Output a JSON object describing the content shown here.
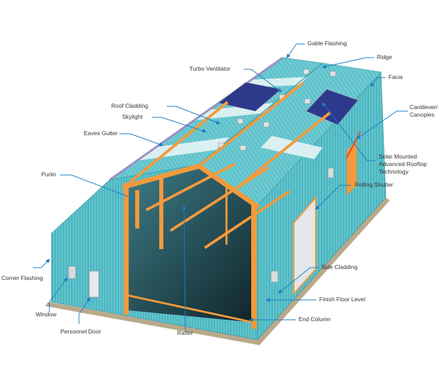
{
  "title": "Pre-Engineered Building Components",
  "colors": {
    "cladding": "#5cc3cc",
    "frame": "#f39a3c",
    "leader": "#1b7cc4",
    "solar": "#2d3a8c",
    "interior": "#2a5560"
  },
  "labels": {
    "gable_flashing": "Gable Flashing",
    "ridge": "Ridge",
    "turbo_ventilator": "Turbo Ventilator",
    "facia": "Facia",
    "roof_cladding": "Roof Cladding",
    "skylight": "Skylight",
    "cantilever": "Cantilever/\nCanopies",
    "eaves_gutter": "Eaves Gutter",
    "solar": "Solar Mounted\nAdvanced Rooftop\nTechnology",
    "purlin": "Purlin",
    "rolling_shutter": "Rolling Shutter",
    "side_cladding": "Side Cladding",
    "corner_flashing": "Corner Flashing",
    "finish_floor_level": "Finish Floor Level",
    "window": "Window",
    "end_column": "End Column",
    "personnel_door": "Personnel Door",
    "rafter": "Rafter"
  }
}
